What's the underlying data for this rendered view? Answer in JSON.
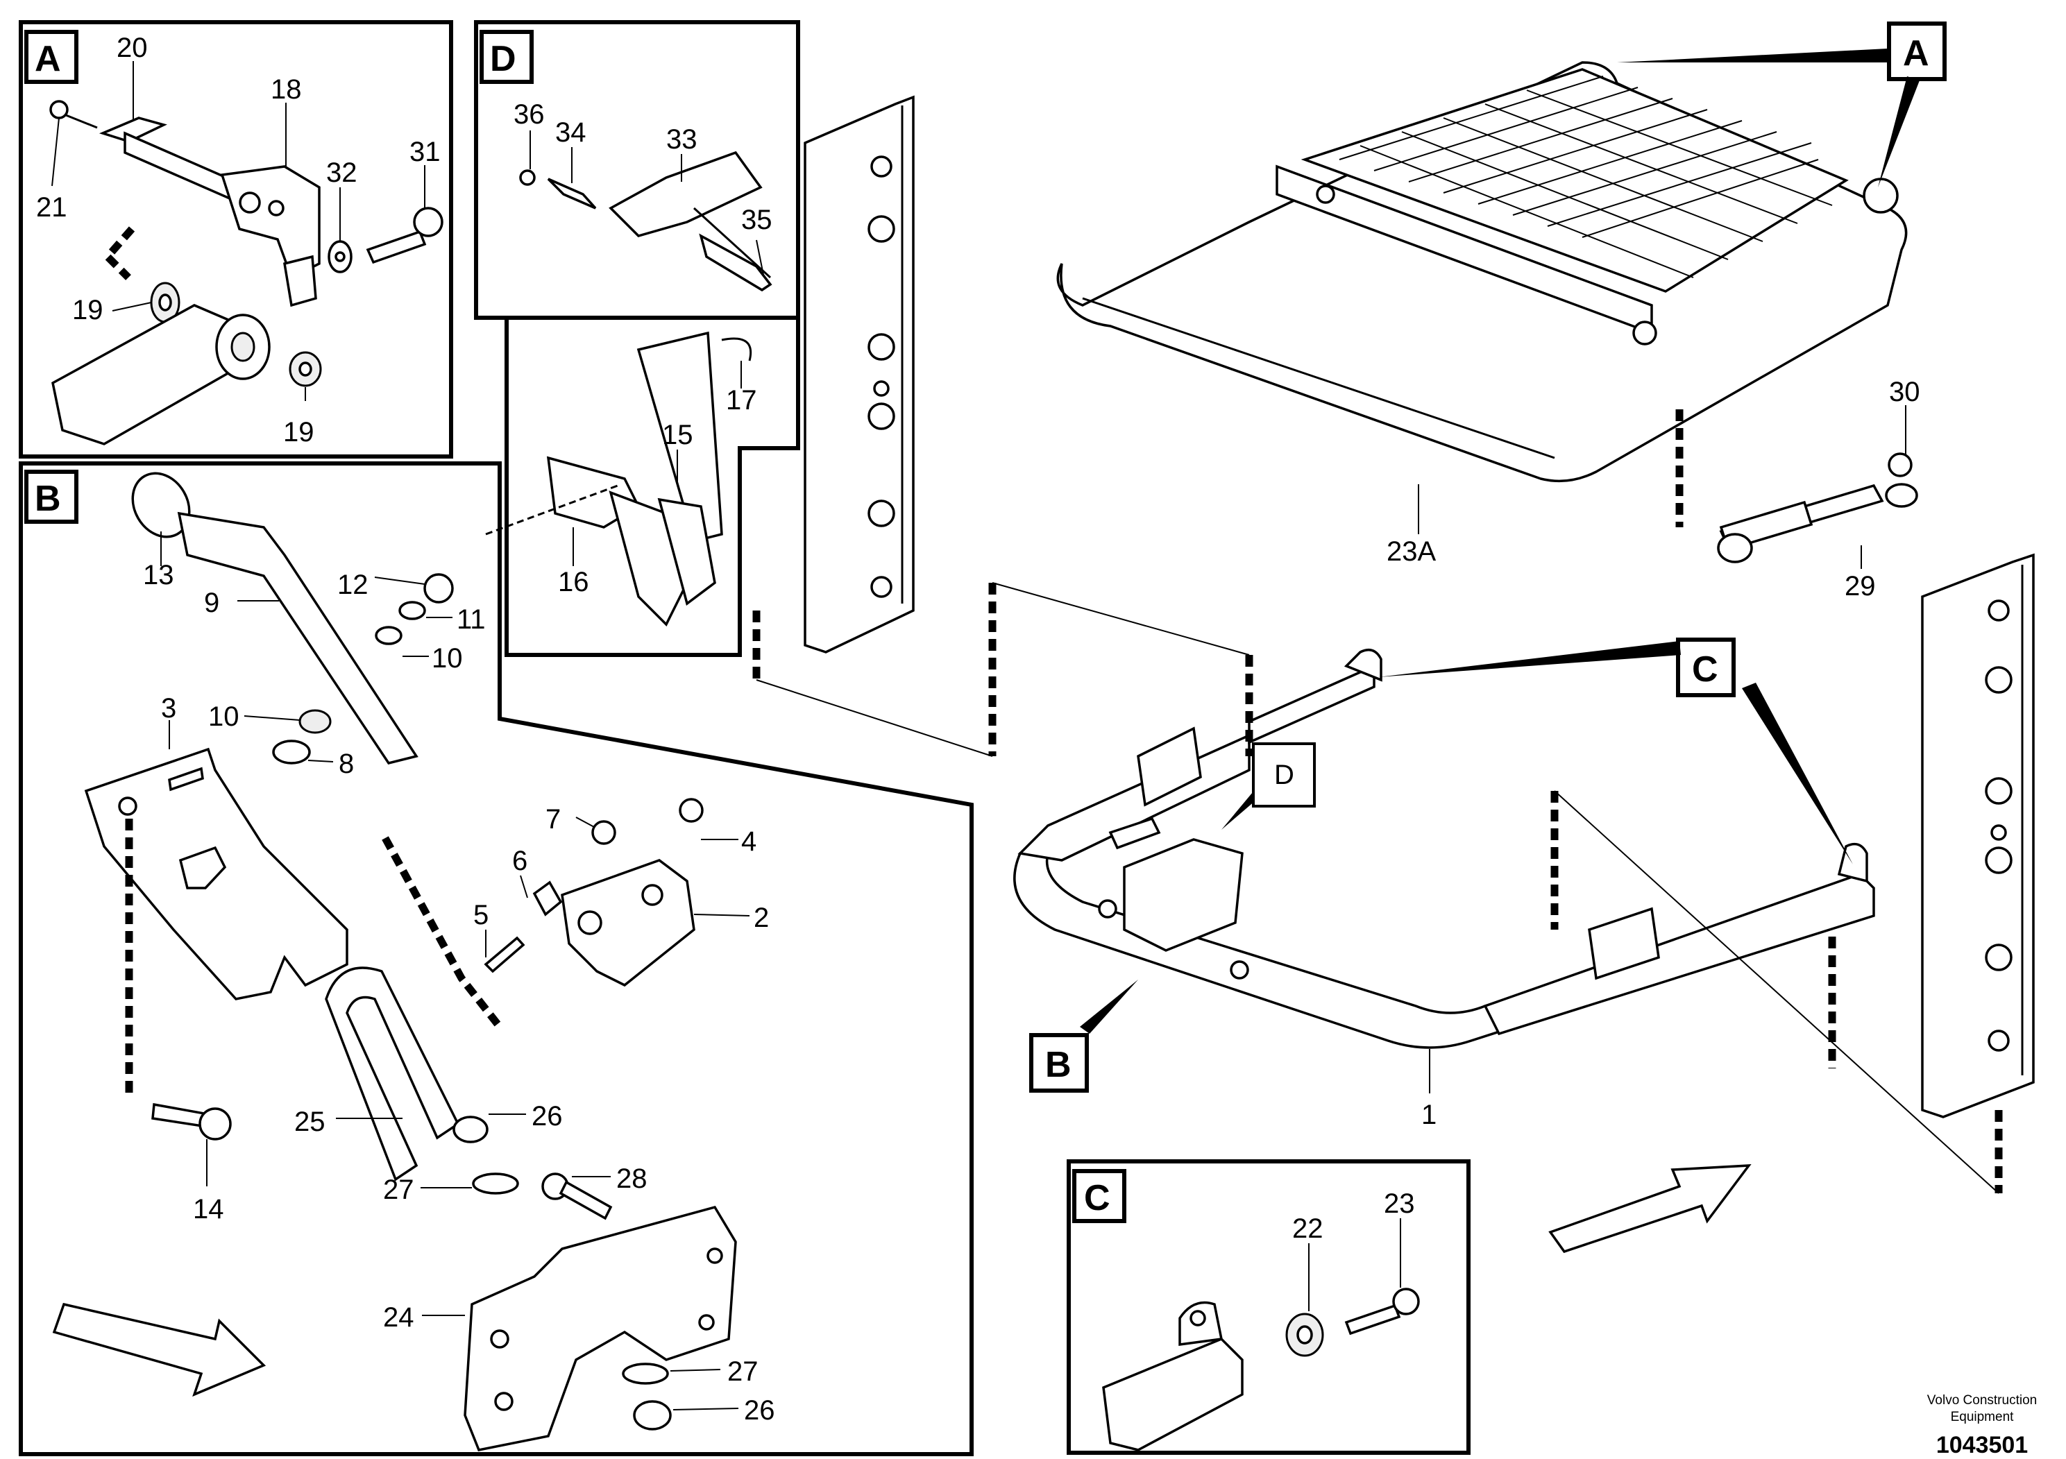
{
  "detail_boxes": {
    "A": {
      "letter": "A",
      "labels": [
        "20",
        "18",
        "32",
        "31",
        "21",
        "19",
        "19"
      ]
    },
    "D": {
      "letter": "D",
      "labels": [
        "36",
        "34",
        "33",
        "35",
        "17",
        "15",
        "16"
      ]
    },
    "B": {
      "letter": "B",
      "labels": [
        "13",
        "9",
        "12",
        "11",
        "10",
        "10",
        "8",
        "3",
        "7",
        "4",
        "6",
        "2",
        "5",
        "25",
        "26",
        "27",
        "28",
        "14",
        "24",
        "27",
        "26"
      ]
    },
    "C": {
      "letter": "C",
      "labels": [
        "22",
        "23"
      ]
    }
  },
  "main_callouts": {
    "A": "A",
    "C": "C",
    "D": "D",
    "B": "B",
    "labels": [
      "30",
      "23A",
      "29",
      "1"
    ]
  },
  "footer": {
    "credit_line1": "Volvo Construction",
    "credit_line2": "Equipment",
    "doc_number": "1043501"
  }
}
